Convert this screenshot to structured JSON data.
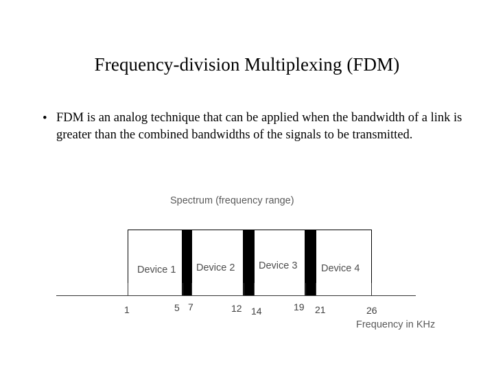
{
  "slide": {
    "title": "Frequency-division Multiplexing (FDM)",
    "bullet_marker": "•",
    "bullet_text": "FDM is an analog technique that can be applied when the bandwidth of a link is greater than the combined bandwidths of the signals to be transmitted."
  },
  "diagram": {
    "caption": "Spectrum (frequency range)",
    "axis_title": "Frequency in KHz",
    "devices": [
      {
        "label": "Device 1",
        "start": 1,
        "end": 5
      },
      {
        "label": "Device 2",
        "start": 7,
        "end": 12
      },
      {
        "label": "Device 3",
        "start": 14,
        "end": 19
      },
      {
        "label": "Device 4",
        "start": 21,
        "end": 26
      }
    ],
    "guard_bands": [
      {
        "start": 5,
        "end": 7
      },
      {
        "start": 12,
        "end": 14
      },
      {
        "start": 19,
        "end": 21
      }
    ],
    "tick_labels": [
      "1",
      "5",
      "7",
      "12",
      "14",
      "19",
      "21",
      "26"
    ],
    "colors": {
      "guard_band": "#000000",
      "box_border": "#000000",
      "box_fill": "#ffffff",
      "axis": "#333333",
      "caption_text": "#595959",
      "device_text": "#4d4d4d",
      "tick_text": "#3f3f3f"
    }
  },
  "chart_data": {
    "type": "bar",
    "title": "Spectrum (frequency range)",
    "xlabel": "Frequency in KHz",
    "ylabel": "",
    "xlim": [
      1,
      26
    ],
    "grid": false,
    "legend": "none",
    "categories": [
      "Device 1",
      "Device 2",
      "Device 3",
      "Device 4"
    ],
    "bands": [
      {
        "name": "Device 1",
        "start": 1,
        "end": 5,
        "bandwidth": 4,
        "kind": "channel"
      },
      {
        "name": "guard band",
        "start": 5,
        "end": 7,
        "bandwidth": 2,
        "kind": "guard"
      },
      {
        "name": "Device 2",
        "start": 7,
        "end": 12,
        "bandwidth": 5,
        "kind": "channel"
      },
      {
        "name": "guard band",
        "start": 12,
        "end": 14,
        "bandwidth": 2,
        "kind": "guard"
      },
      {
        "name": "Device 3",
        "start": 14,
        "end": 19,
        "bandwidth": 5,
        "kind": "channel"
      },
      {
        "name": "guard band",
        "start": 19,
        "end": 21,
        "bandwidth": 2,
        "kind": "guard"
      },
      {
        "name": "Device 4",
        "start": 21,
        "end": 26,
        "bandwidth": 5,
        "kind": "channel"
      }
    ],
    "tick_values": [
      1,
      5,
      7,
      12,
      14,
      19,
      21,
      26
    ],
    "tick_labels": [
      "1",
      "5",
      "7",
      "12",
      "14",
      "19",
      "21",
      "26"
    ]
  }
}
